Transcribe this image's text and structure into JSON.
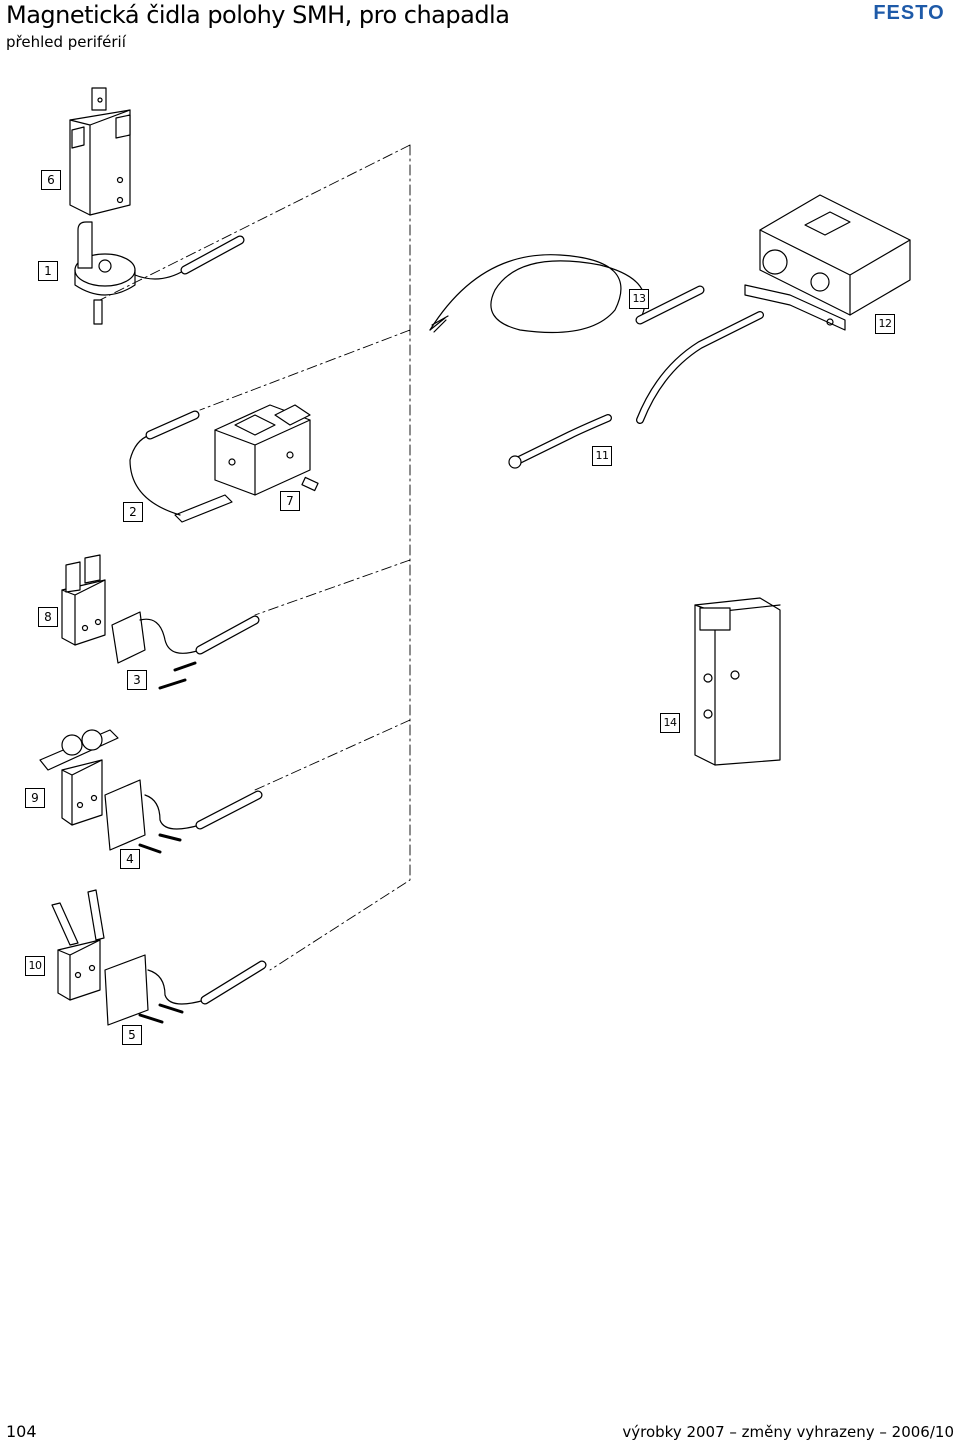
{
  "header": {
    "title": "Magnetická čidla polohy SMH, pro chapadla",
    "subtitle": "přehled periférií",
    "logo_text": "FESTO"
  },
  "callouts": [
    "6",
    "1",
    "13",
    "12",
    "11",
    "2",
    "7",
    "8",
    "3",
    "14",
    "9",
    "4",
    "10",
    "5"
  ],
  "footer": {
    "page_number": "104",
    "note": "výrobky 2007 – změny vyhrazeny – 2006/10"
  },
  "colors": {
    "brand": "#1e5aa8",
    "ink": "#000000"
  }
}
